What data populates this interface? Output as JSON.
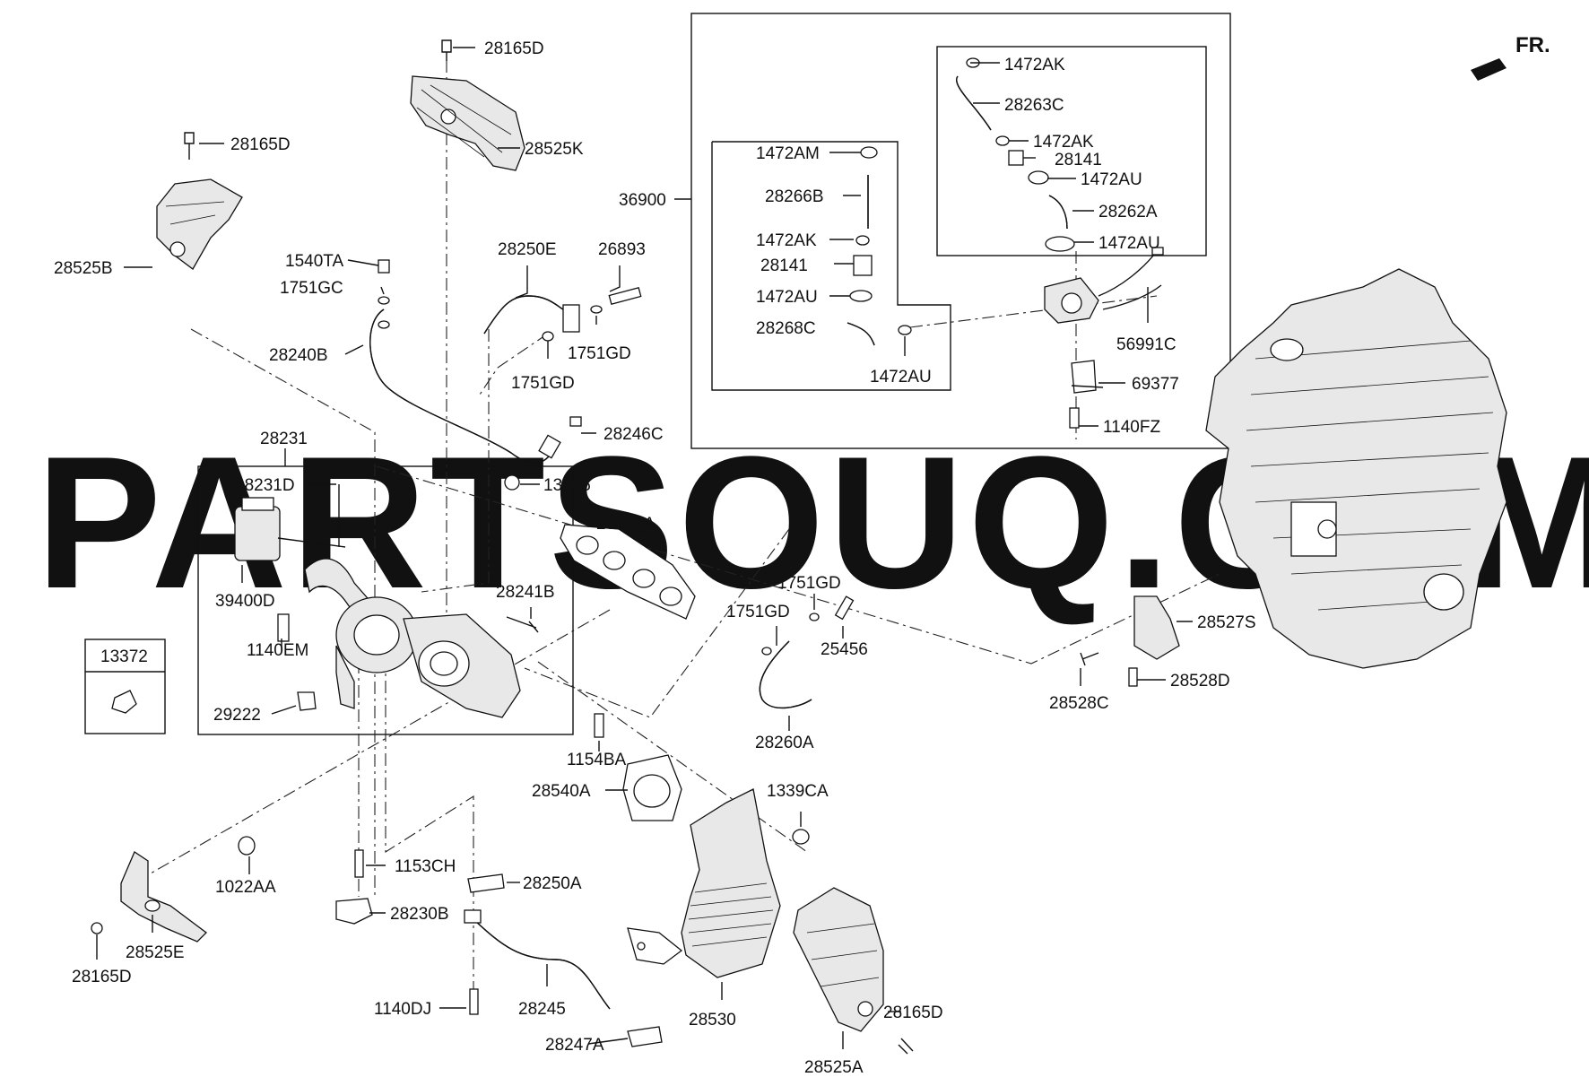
{
  "watermark": "PARTSOUQ.COM",
  "direction_label": "FR.",
  "legend_box_code": "13372",
  "labels": {
    "l28165D_top": "28165D",
    "l28525K": "28525K",
    "l28165D_left": "28165D",
    "l28525B": "28525B",
    "l1540TA": "1540TA",
    "l1751GC": "1751GC",
    "l28240B": "28240B",
    "l28250E": "28250E",
    "l26893": "26893",
    "l1751GD_a": "1751GD",
    "l1751GD_b": "1751GD",
    "l28246C": "28246C",
    "l13396": "13396",
    "l28231": "28231",
    "l28231D": "28231D",
    "l39400D": "39400D",
    "l1140EM": "1140EM",
    "l29222": "29222",
    "l28521A": "28521A",
    "l28241B": "28241B",
    "l1751GD_c": "1751GD",
    "l1751GD_d": "1751GD",
    "l25456": "25456",
    "l28260A": "28260A",
    "l1154BA": "1154BA",
    "l28540A": "28540A",
    "l1339CA": "1339CA",
    "l1022AA": "1022AA",
    "l1153CH": "1153CH",
    "l28250A": "28250A",
    "l28230B": "28230B",
    "l28245": "28245",
    "l1140DJ": "1140DJ",
    "l28247A": "28247A",
    "l28530": "28530",
    "l28165D_br": "28165D",
    "l28525A": "28525A",
    "l28525E": "28525E",
    "l28165D_bl": "28165D",
    "l36900": "36900",
    "l1472AM": "1472AM",
    "l28266B": "28266B",
    "l1472AK_a": "1472AK",
    "l28141_a": "28141",
    "l1472AU_a": "1472AU",
    "l28268C": "28268C",
    "l1472AU_b": "1472AU",
    "l1472AK_b": "1472AK",
    "l28263C": "28263C",
    "l1472AK_c": "1472AK",
    "l28141_b": "28141",
    "l1472AU_c": "1472AU",
    "l28262A": "28262A",
    "l1472AU_d": "1472AU",
    "l56991C": "56991C",
    "l69377": "69377",
    "l1140FZ": "1140FZ",
    "l28527S": "28527S",
    "l28528C": "28528C",
    "l28528D": "28528D"
  }
}
